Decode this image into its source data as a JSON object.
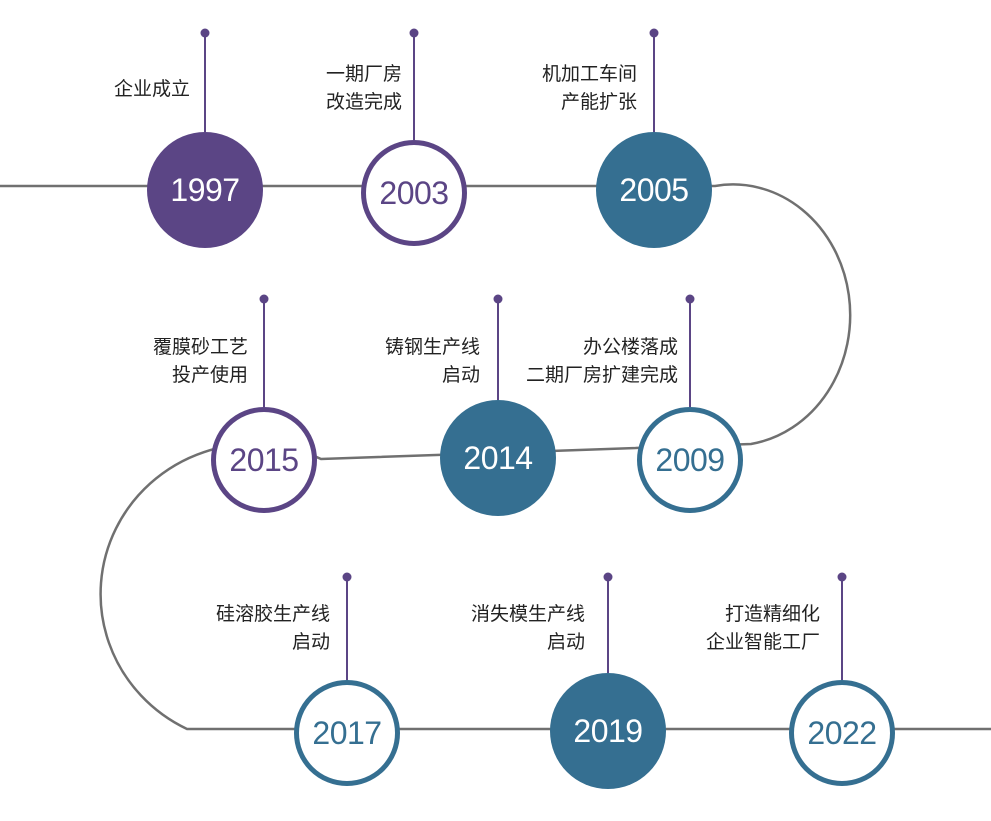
{
  "colors": {
    "purple": "#5b4585",
    "teal": "#356f91",
    "path": "#707070",
    "stem": "#5b4585",
    "text": "#222222"
  },
  "milestones": [
    {
      "year": "1997",
      "style": "filled",
      "color": "purple",
      "caption": [
        "企业成立"
      ]
    },
    {
      "year": "2003",
      "style": "outline",
      "color": "purple",
      "caption": [
        "一期厂房",
        "改造完成"
      ]
    },
    {
      "year": "2005",
      "style": "filled",
      "color": "teal",
      "caption": [
        "机加工车间",
        "产能扩张"
      ]
    },
    {
      "year": "2009",
      "style": "outline",
      "color": "teal",
      "caption": [
        "办公楼落成",
        "二期厂房扩建完成"
      ]
    },
    {
      "year": "2014",
      "style": "filled",
      "color": "teal",
      "caption": [
        "铸钢生产线",
        "启动"
      ]
    },
    {
      "year": "2015",
      "style": "outline",
      "color": "purple",
      "caption": [
        "覆膜砂工艺",
        "投产使用"
      ]
    },
    {
      "year": "2017",
      "style": "outline",
      "color": "teal",
      "caption": [
        "硅溶胶生产线",
        "启动"
      ]
    },
    {
      "year": "2019",
      "style": "filled",
      "color": "teal",
      "caption": [
        "消失模生产线",
        "启动"
      ]
    },
    {
      "year": "2022",
      "style": "outline",
      "color": "teal",
      "caption": [
        "打造精细化",
        "企业智能工厂"
      ]
    }
  ]
}
